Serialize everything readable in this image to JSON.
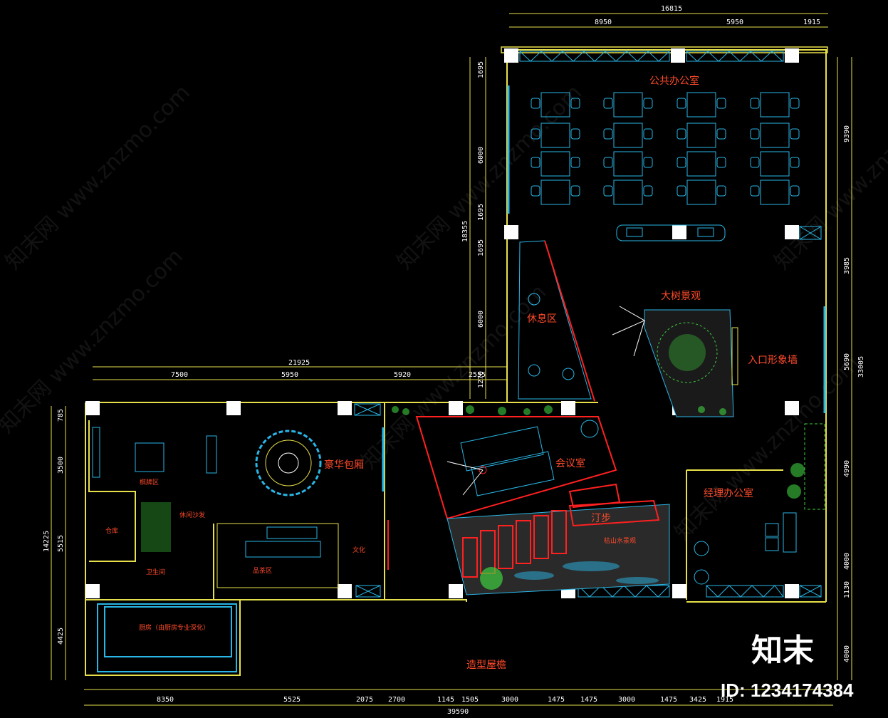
{
  "colors": {
    "wall": "#e8e04a",
    "furniture": "#29b6e6",
    "red_line": "#ff2020",
    "dimension": "#ffffff",
    "room_label": "#ff4a2a",
    "plant": "#3fcf3f",
    "column": "#ffffff"
  },
  "rooms": {
    "public_office": "公共办公室",
    "big_tree": "大树景观",
    "entrance_wall": "入口形象墙",
    "rest_area": "休息区",
    "meeting_room": "会议室",
    "stepping_stones": "汀步",
    "manager_office": "经理办公室",
    "luxury_room": "豪华包厢",
    "chess_area": "棋牌区",
    "warehouse": "仓库",
    "restroom": "卫生间",
    "tea_area": "品茶区",
    "kitchen": "厨房（由厨房专业深化）",
    "eave": "造型屋檐",
    "small_1": "休闲沙发",
    "small_2": "文化",
    "small_3": "枯山水景观"
  },
  "dimensions": {
    "top_total": "16815",
    "top_segments": [
      "8950",
      "5950",
      "1915"
    ],
    "left_upper_total": "18355",
    "left_upper_segments": [
      "1695",
      "6000",
      "1695",
      "1695",
      "6000",
      "1270"
    ],
    "right_total": "33005",
    "right_segments": [
      "9390",
      "3985",
      "5690",
      "4990",
      "4000",
      "1130",
      "4000"
    ],
    "mid_total": "21925",
    "mid_segments": [
      "7500",
      "5950",
      "5920",
      "2555"
    ],
    "left_lower_total": "14225",
    "left_lower_segments": [
      "785",
      "3500",
      "5515",
      "4425"
    ],
    "bottom_total": "39590",
    "bottom_segments": [
      "8350",
      "5525",
      "2075",
      "2700",
      "1145",
      "1505",
      "3000",
      "1475",
      "1475",
      "3000",
      "1475",
      "3425",
      "1915"
    ]
  },
  "watermark": {
    "site": "知末网 www.znzmo.com",
    "brand": "知末",
    "id": "ID: 1234174384"
  }
}
